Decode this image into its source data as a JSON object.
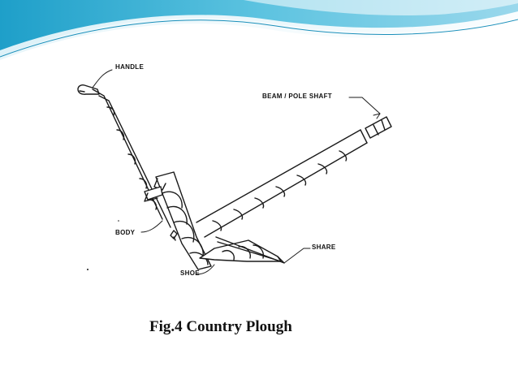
{
  "slide": {
    "theme_colors": {
      "wave_dark": "#2aa7cf",
      "wave_light": "#bfe6f3",
      "stroke": "#1a1a1a"
    }
  },
  "figure": {
    "labels": {
      "handle": "HANDLE",
      "beam": "BEAM / POLE SHAFT",
      "body": "BODY",
      "share": "SHARE",
      "shoe": "SHOE"
    },
    "caption": "Fig.4 Country Plough"
  }
}
